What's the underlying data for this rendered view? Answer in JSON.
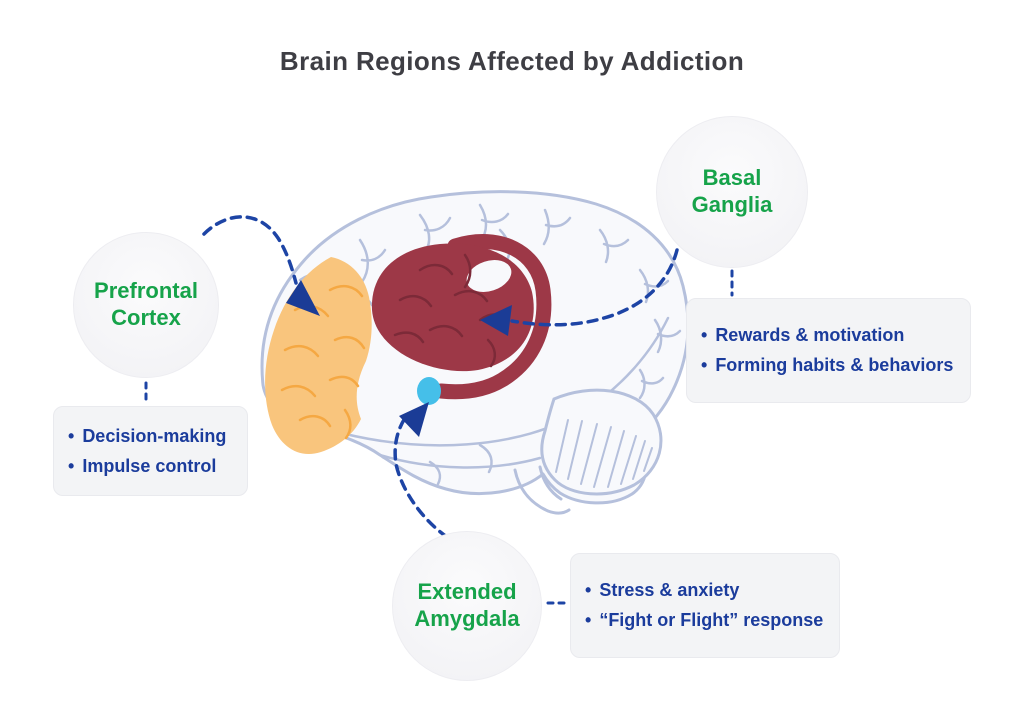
{
  "title": "Brain Regions Affected by Addiction",
  "bullet_char": "•",
  "regions": {
    "prefrontal_cortex": {
      "label": "Prefrontal Cortex",
      "items": [
        "Decision-making",
        "Impulse control"
      ]
    },
    "basal_ganglia": {
      "label": "Basal Ganglia",
      "items": [
        "Rewards & motivation",
        "Forming habits & behaviors"
      ]
    },
    "extended_amygdala": {
      "label": "Extended Amygdala",
      "items": [
        "Stress & anxiety",
        "“Fight or Flight” response"
      ]
    }
  },
  "colors": {
    "title_text": "#3e3e44",
    "region_label_green": "#16a34a",
    "bullet_text_navy": "#1b3c9c",
    "connector_dash_blue": "#1d44a5",
    "arrowhead_navy": "#1b3c96",
    "brain_outline": "#b5c0dc",
    "brain_fill": "#f8f9fc",
    "prefrontal_region_fill": "#f9c57d",
    "prefrontal_region_lines": "#f5a843",
    "basal_ganglia_fill": "#9d3847",
    "basal_ganglia_lines": "#7c2a38",
    "amygdala_dot_blue": "#45bfe9",
    "circle_fill": "#f4f4f6",
    "infobox_fill": "#f3f4f6"
  }
}
